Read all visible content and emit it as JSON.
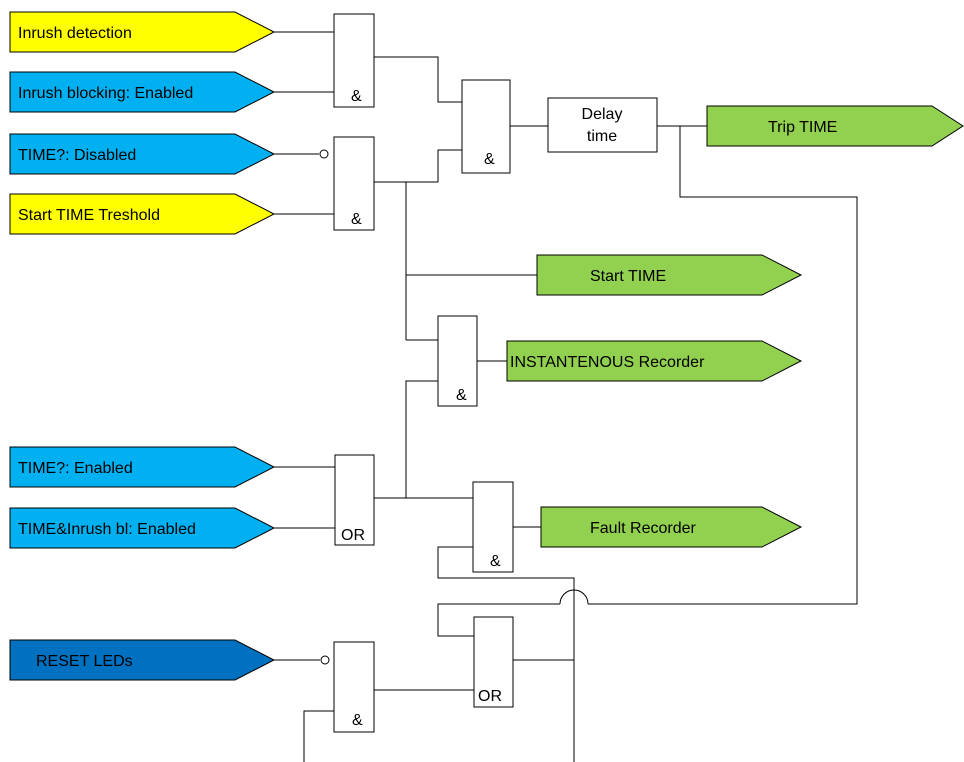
{
  "colors": {
    "yellow": "#FFFF00",
    "light_blue": "#00B0F0",
    "dark_blue": "#0070C0",
    "green": "#92D050"
  },
  "inputs": {
    "inrush_detection": {
      "label": "Inrush detection",
      "color": "yellow"
    },
    "inrush_blocking": {
      "label": "Inrush blocking: Enabled",
      "color": "light_blue"
    },
    "time_disabled": {
      "label": "TIME?: Disabled",
      "color": "light_blue"
    },
    "start_threshold": {
      "label": "Start TIME Treshold",
      "color": "yellow"
    },
    "time_enabled": {
      "label": "TIME?: Enabled",
      "color": "light_blue"
    },
    "time_inrush_enabled": {
      "label": "TIME&Inrush bl: Enabled",
      "color": "light_blue"
    },
    "reset_leds": {
      "label": "RESET LEDs",
      "color": "dark_blue"
    }
  },
  "outputs": {
    "trip_time": {
      "label": "Trip TIME",
      "color": "green"
    },
    "start_time": {
      "label": "Start TIME",
      "color": "green"
    },
    "instant_recorder": {
      "label": "INSTANTENOUS Recorder",
      "color": "green"
    },
    "fault_recorder": {
      "label": "Fault Recorder",
      "color": "green"
    }
  },
  "gates": {
    "and_symbol": "&",
    "or_symbol": "OR"
  },
  "delay": {
    "line1": "Delay",
    "line2": "time"
  }
}
